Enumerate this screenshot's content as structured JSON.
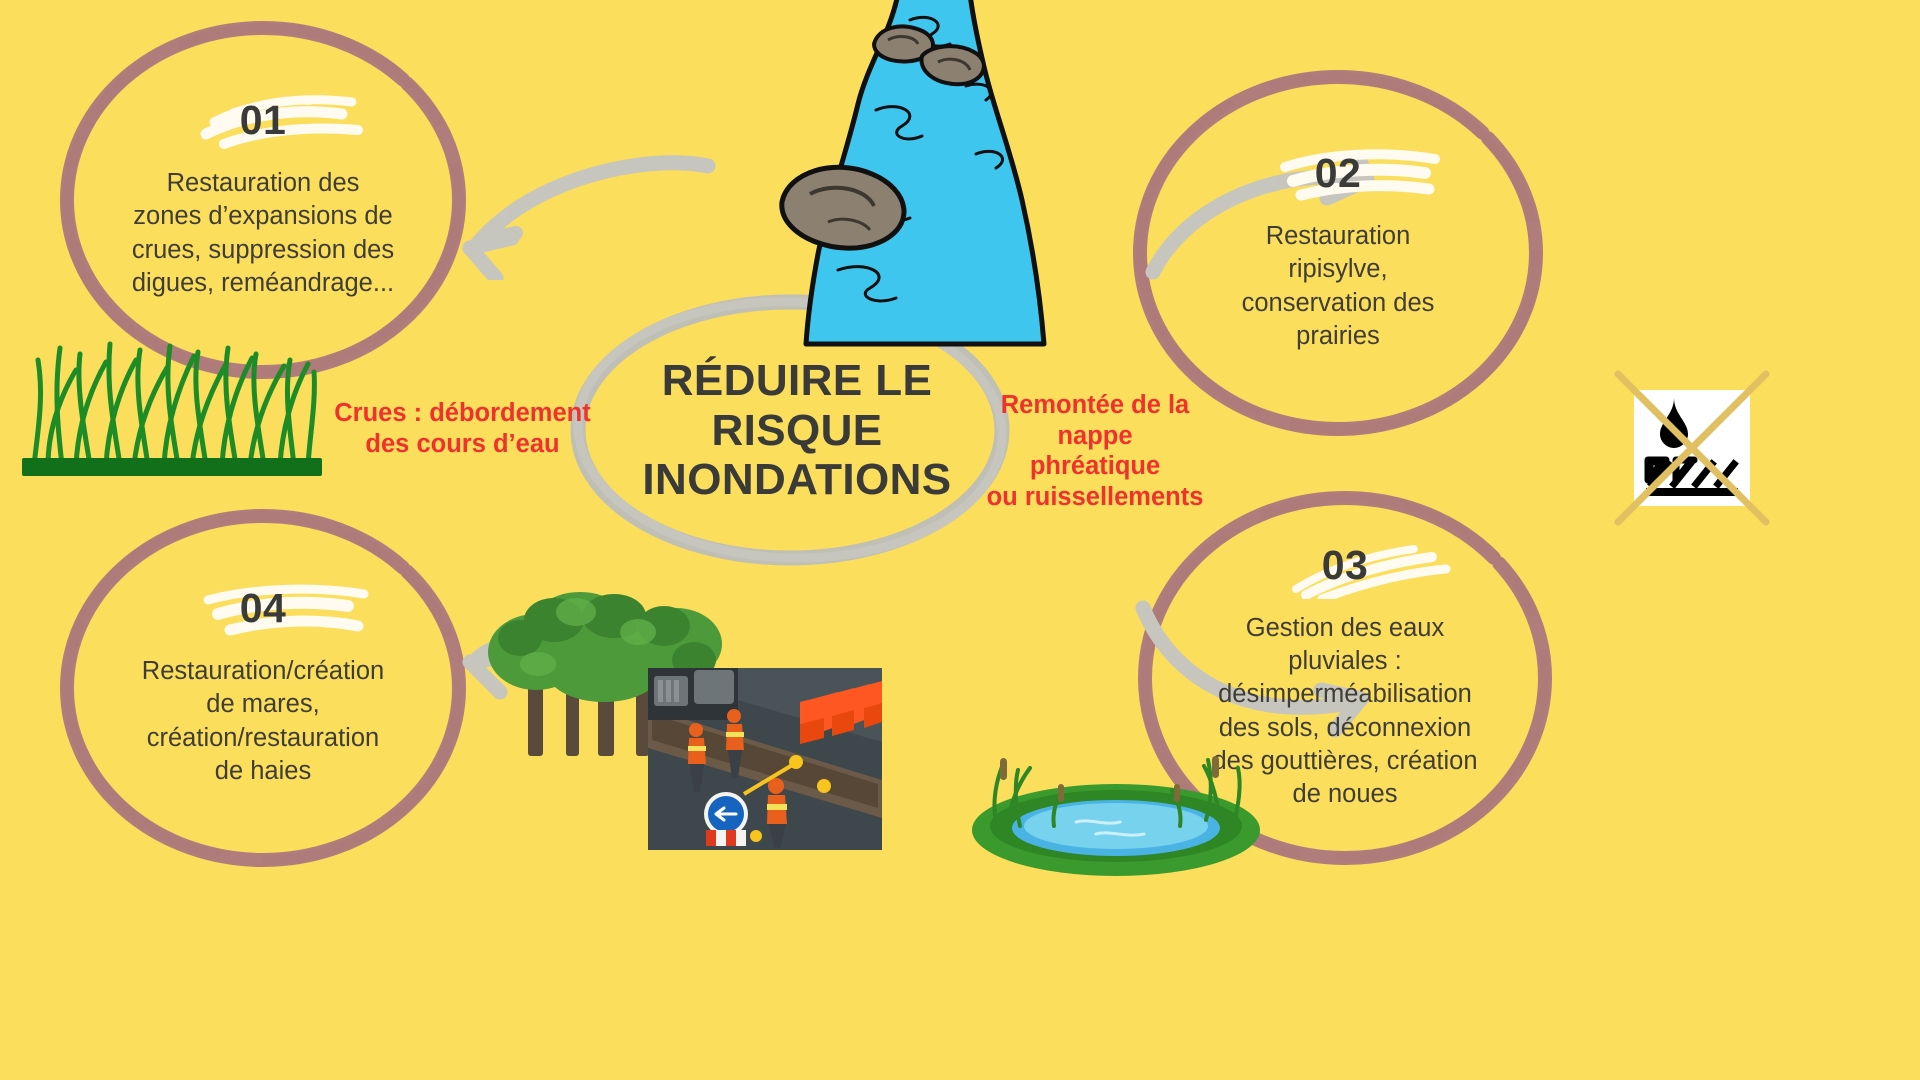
{
  "background_color": "#FADE5C",
  "center": {
    "title": "RÉDUIRE LE\nRISQUE\nINONDATIONS",
    "ring_color": "#BFBFB5",
    "title_color": "#3A3A38"
  },
  "annotations": {
    "color": "#F0322E",
    "left": "Crues : débordement\ndes cours d’eau",
    "right": "Remontée de la nappe\nphréatique\nou ruissellements"
  },
  "nodes": [
    {
      "id": "01",
      "number": "01",
      "text": "Restauration des\nzones d’expansions de\ncrues, suppression des\ndigues, reméandrage...",
      "ring_color": "#B07C7C"
    },
    {
      "id": "02",
      "number": "02",
      "text": "Restauration\nripisylve,\nconservation des\nprairies",
      "ring_color": "#B07C7C"
    },
    {
      "id": "03",
      "number": "03",
      "text": "Gestion des eaux\npluviales :\ndésimperméabilisation\ndes sols, déconnexion\ndes gouttières, création\nde noues",
      "ring_color": "#B07C7C"
    },
    {
      "id": "04",
      "number": "04",
      "text": "Restauration/création\nde mares,\ncréation/restauration\nde haies",
      "ring_color": "#B07C7C"
    }
  ],
  "illustrations": [
    {
      "name": "river-with-rocks-illustration",
      "colors": {
        "water": "#3EC6EE",
        "rock": "#8C8070",
        "outline": "#111111"
      }
    },
    {
      "name": "grass-tuft-illustration",
      "colors": {
        "grass": "#1E8C26",
        "base": "#12701A"
      }
    },
    {
      "name": "tree-grove-illustration",
      "colors": {
        "foliage": "#4C9A3A",
        "trunk": "#5A4A3C"
      }
    },
    {
      "name": "roadworks-photo",
      "colors": {
        "road": "#4A5358",
        "barrier": "#FF5722",
        "worker": "#E8601C"
      }
    },
    {
      "name": "pond-illustration",
      "colors": {
        "water": "#6FD3EE",
        "bank": "#3A9A2E",
        "reed": "#7E6B3A"
      }
    },
    {
      "name": "no-water-infiltration-sign",
      "colors": {
        "background": "#FFFFFF",
        "symbol": "#000000",
        "cross": "#E0C060"
      }
    }
  ],
  "icon_names": {
    "arrow_top_left": "curved-arrow-left-icon",
    "arrow_top_right": "curved-arrow-right-icon",
    "arrow_bottom_left": "curved-arrow-left-icon",
    "arrow_bottom_right": "curved-arrow-right-icon",
    "scribble": "highlight-scribble-icon"
  }
}
